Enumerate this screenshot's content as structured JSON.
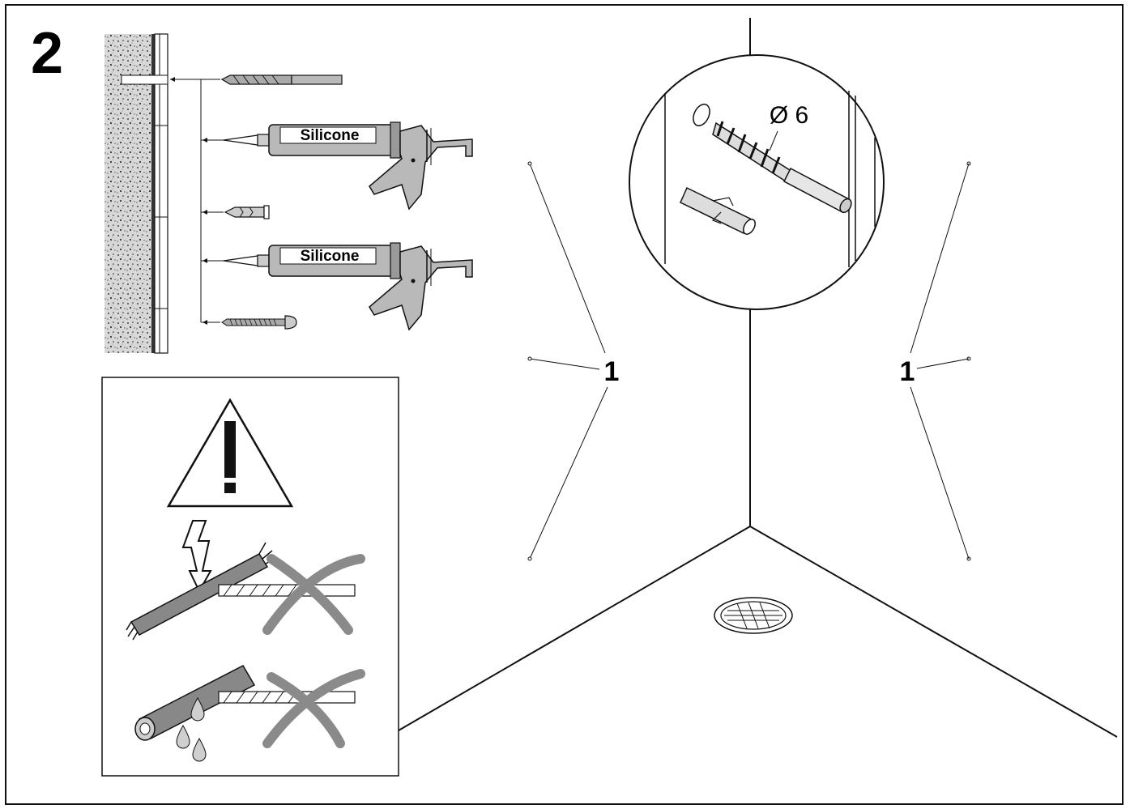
{
  "step_number": "2",
  "tools": {
    "silicone_label_1": "Silicone",
    "silicone_label_2": "Silicone"
  },
  "detail": {
    "drill_diameter": "Ø 6"
  },
  "callouts": {
    "left_part": "1",
    "right_part": "1"
  },
  "warning_panel": {
    "icon": "warning-triangle-icon",
    "hazards": [
      "electrical-cable-hazard",
      "water-pipe-hazard"
    ]
  },
  "colors": {
    "line": "#111111",
    "tool_gray": "#b9b9b9",
    "cross_gray": "#8a8a8a"
  }
}
